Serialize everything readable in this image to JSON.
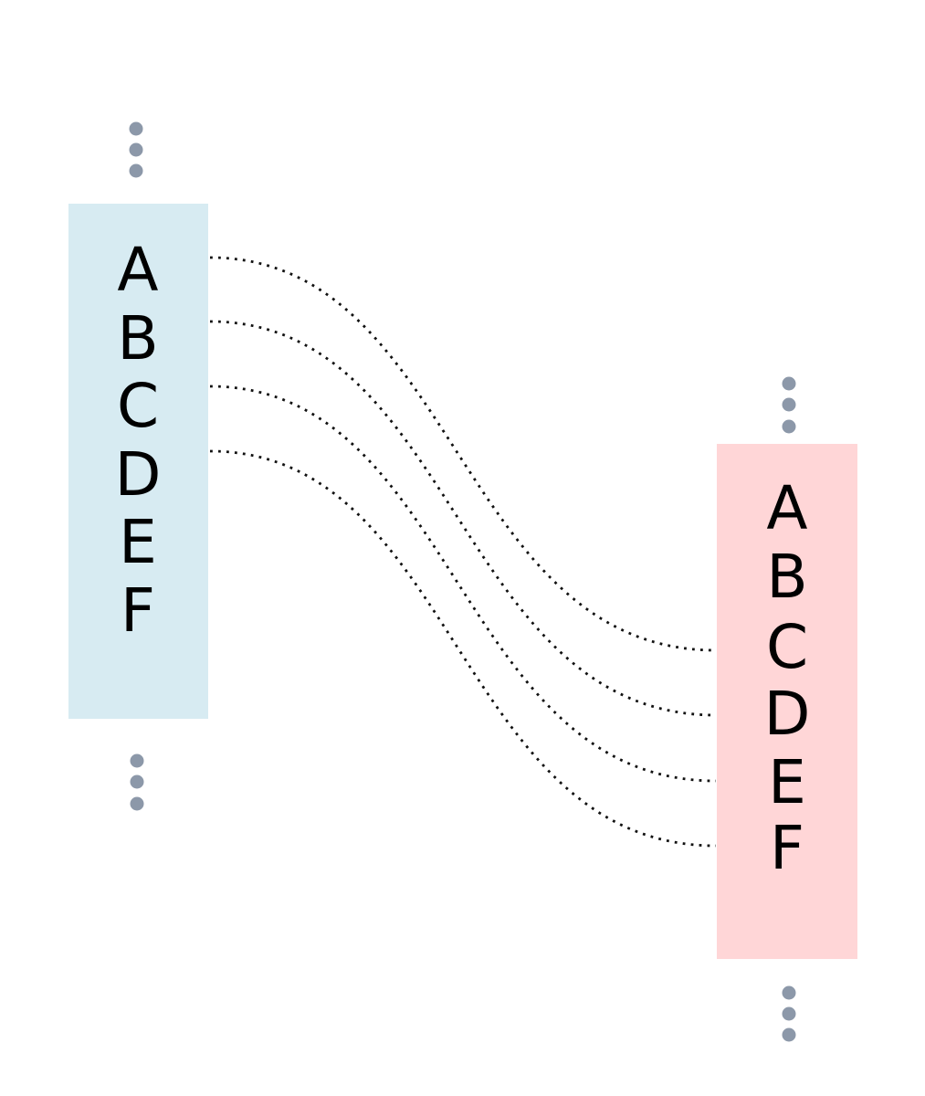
{
  "diagram": {
    "left_box": {
      "letters": [
        "A",
        "B",
        "C",
        "D",
        "E",
        "F"
      ],
      "fill": "#d7ebf2"
    },
    "right_box": {
      "letters": [
        "A",
        "B",
        "C",
        "D",
        "E",
        "F"
      ],
      "fill": "#ffd6d7"
    },
    "connections": [
      {
        "from": "A",
        "to": "C"
      },
      {
        "from": "B",
        "to": "D"
      },
      {
        "from": "C",
        "to": "E"
      },
      {
        "from": "D",
        "to": "F"
      }
    ],
    "colors": {
      "connector_line": "#111111",
      "ellipsis_dot": "#8c98a9"
    }
  }
}
